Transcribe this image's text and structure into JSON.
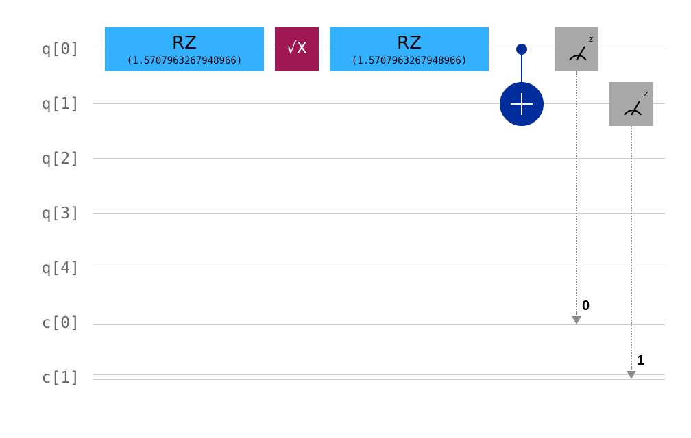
{
  "wires": {
    "quantum": [
      "q[0]",
      "q[1]",
      "q[2]",
      "q[3]",
      "q[4]"
    ],
    "classical": [
      "c[0]",
      "c[1]"
    ]
  },
  "gates": {
    "rz_1": {
      "name": "RZ",
      "param": "(1.5707963267948966)"
    },
    "sx": {
      "name": "√X"
    },
    "rz_2": {
      "name": "RZ",
      "param": "(1.5707963267948966)"
    },
    "cx": {
      "control": "q[0]",
      "target": "q[1]"
    },
    "measure_0": {
      "basis": "z",
      "qubit": "q[0]",
      "bit_label": "0"
    },
    "measure_1": {
      "basis": "z",
      "qubit": "q[1]",
      "bit_label": "1"
    }
  },
  "colors": {
    "rz": "#33b1ff",
    "sx": "#9f1853",
    "cx": "#002d9c",
    "measure": "#a8a8a8",
    "wire": "#cfcfcf",
    "label": "#666666"
  },
  "icons": {
    "measure": "meter-icon",
    "target": "plus-icon"
  }
}
